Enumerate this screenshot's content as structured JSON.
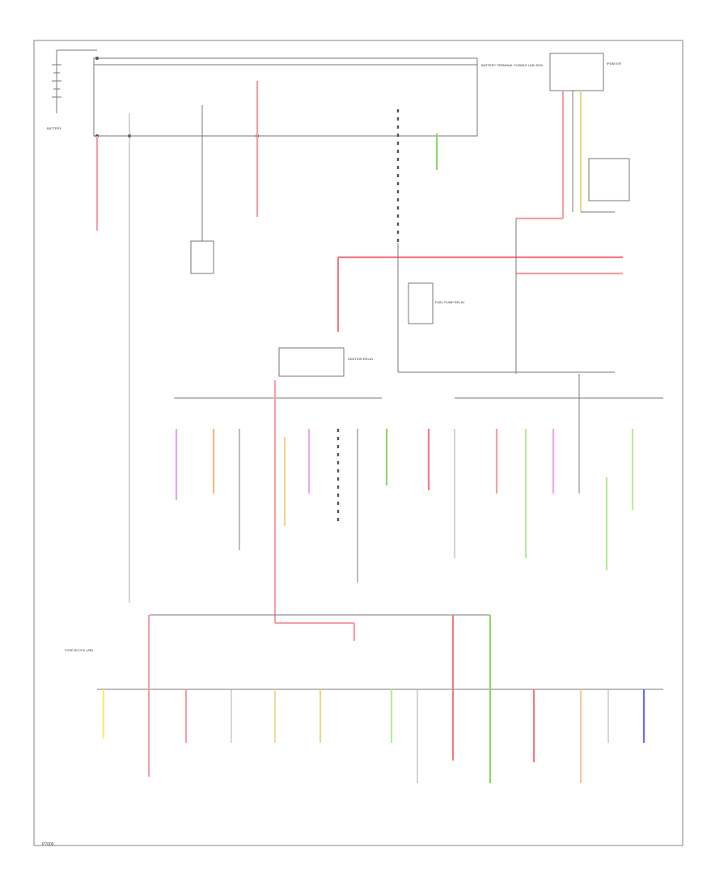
{
  "diagram": {
    "battery_label": "BATTERY",
    "fuse_block_top_label": "BATTERY TERMINAL FUSIBLE LINK BOX",
    "fuse_block_left_label": "FUSE BLOCK (J/B)",
    "ipdm_label": "IPDM E/R",
    "ignition_relay_label": "IGNITION RELAY",
    "fuel_pump_relay_label": "FUEL PUMP RELAY",
    "footer_code": "P7000"
  }
}
